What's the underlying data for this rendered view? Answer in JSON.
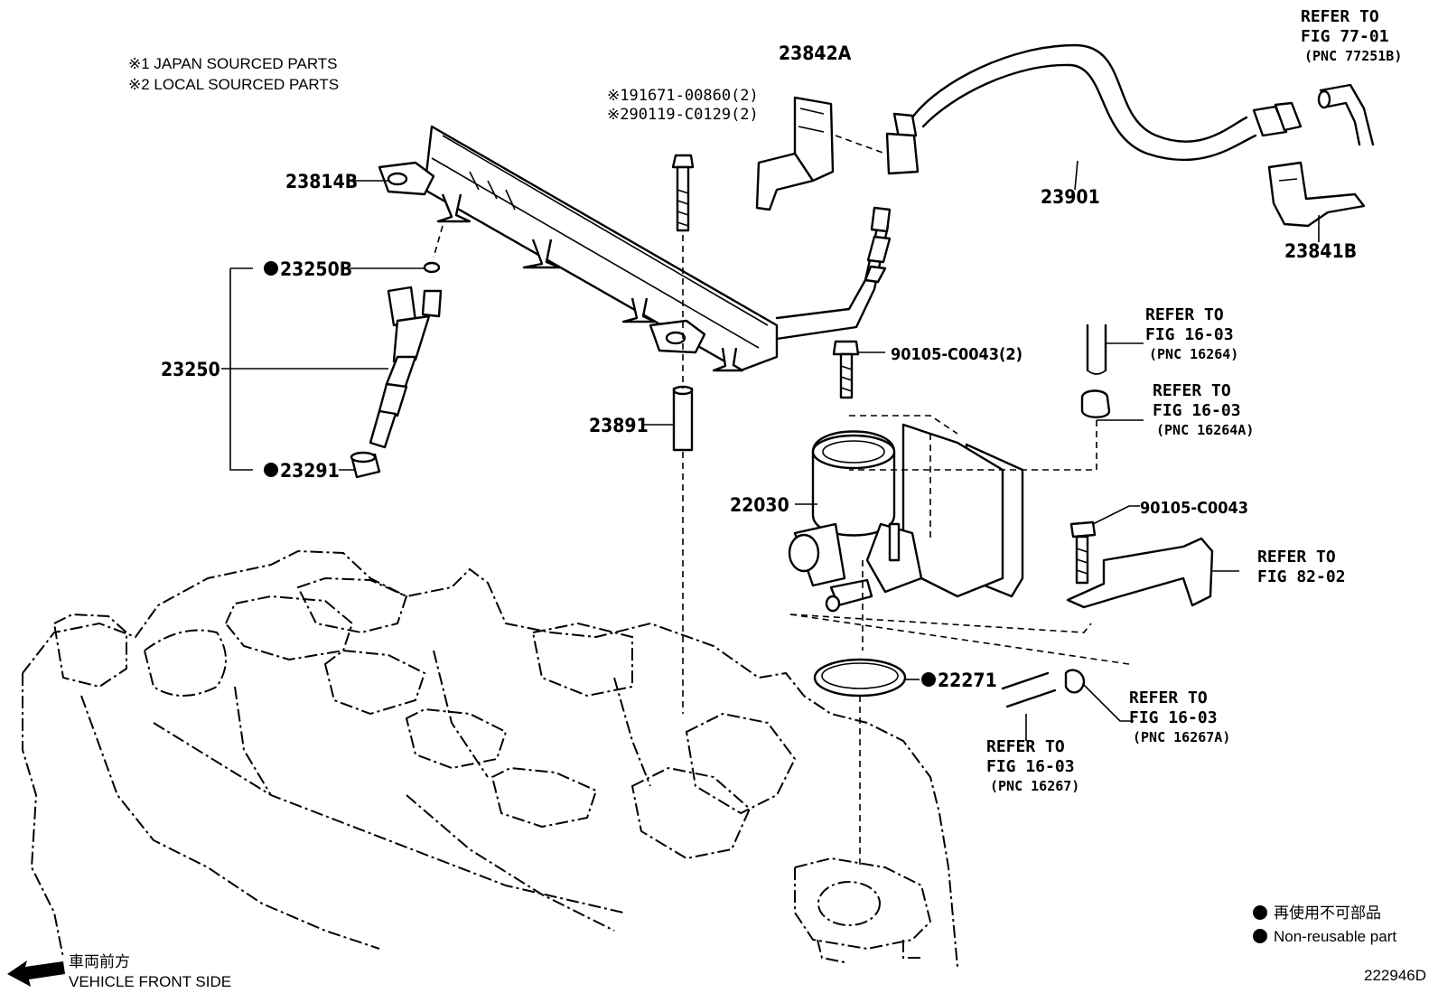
{
  "notes": {
    "japan": "※1 JAPAN SOURCED PARTS",
    "local": "※2 LOCAL SOURCED PARTS"
  },
  "parts": {
    "p23842A": "23842A",
    "p23814B": "23814B",
    "p23250B": "23250B",
    "p23250": "23250",
    "p23291": "23291",
    "p23891": "23891",
    "p22030": "22030",
    "p22271": "22271",
    "p23901": "23901",
    "p23841B": "23841B",
    "bolt1": "※191671-00860(2)",
    "bolt2": "※290119-C0129(2)",
    "bolt3": "90105-C0043(2)",
    "bolt4": "90105-C0043"
  },
  "refers": {
    "refer_to": "REFER TO",
    "fig_77_01": "FIG 77-01",
    "pnc_77251B": "(PNC 77251B)",
    "fig_16_03": "FIG 16-03",
    "pnc_16264": "(PNC 16264)",
    "pnc_16264A": "(PNC 16264A)",
    "fig_82_02": "FIG 82-02",
    "pnc_16267A": "(PNC 16267A)",
    "pnc_16267": "(PNC 16267)"
  },
  "legend": {
    "jp": "再使用不可部品",
    "en": "Non-reusable part"
  },
  "front": {
    "jp": "車両前方",
    "en": "VEHICLE FRONT SIDE"
  },
  "figure_id": "222946D"
}
